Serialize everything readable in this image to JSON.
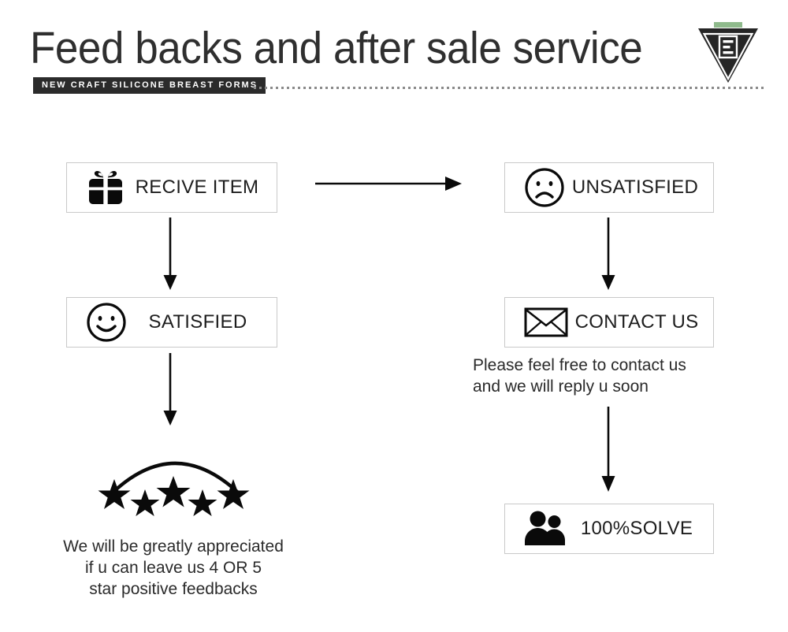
{
  "header": {
    "title": "Feed backs and after sale service",
    "tagline": "NEW CRAFT SILICONE BREAST FORMS",
    "logo_icon": "triangle-document-logo",
    "accent_green": "#8fba8c",
    "dark": "#2b2b2b",
    "title_color": "#2f2f2f"
  },
  "flow": {
    "boxes": [
      {
        "id": "receive",
        "label": "RECIVE ITEM",
        "icon": "gift-icon"
      },
      {
        "id": "satisfied",
        "label": "SATISFIED",
        "icon": "smiley-face-icon"
      },
      {
        "id": "unsatisfied",
        "label": "UNSATISFIED",
        "icon": "sad-face-icon"
      },
      {
        "id": "contact",
        "label": "CONTACT US",
        "icon": "envelope-icon"
      },
      {
        "id": "solve",
        "label": "100%SOLVE",
        "icon": "two-people-icon"
      }
    ],
    "arrows": [
      {
        "id": "receive-to-unsatisfied",
        "direction": "right"
      },
      {
        "id": "receive-to-satisfied",
        "direction": "down"
      },
      {
        "id": "satisfied-to-stars",
        "direction": "down"
      },
      {
        "id": "unsatisfied-to-contact",
        "direction": "down"
      },
      {
        "id": "contact-to-solve",
        "direction": "down"
      }
    ]
  },
  "stars": {
    "icon": "five-stars-arc-icon",
    "count": 5,
    "caption_line1": "We will be greatly appreciated",
    "caption_line2": "if u can leave us 4 OR 5",
    "caption_line3": "star positive feedbacks"
  },
  "contact_note": {
    "line1": "Please feel free to contact us",
    "line2": "and we will reply u soon"
  }
}
